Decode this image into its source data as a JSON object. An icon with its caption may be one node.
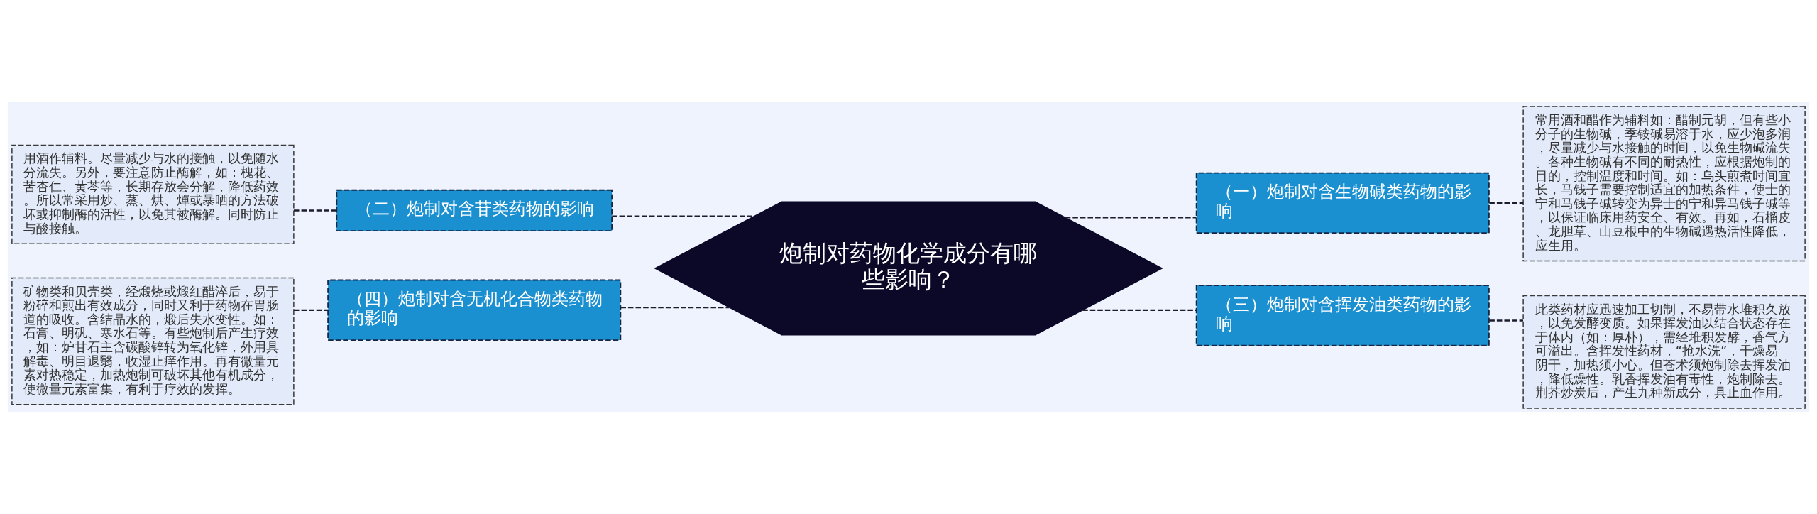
{
  "diagram": {
    "nodes": [
      {
        "text": [
          "炮制对药物化学成分有哪些影响？"
        ]
      },
      {
        "text": [
          "（一）炮制对含生物碱类药物的影响"
        ]
      },
      {
        "text": [
          "常用酒和醋作为辅料如：醋制元胡，但有些小分子的生物碱，季铵碱易溶于水，应少泡多润，尽量减少与水接触的时间，以免生物碱流失。各种生物碱有不同的耐热性，应根据炮制的目的，控制温度和时间。如：乌头煎煮时间宜长，马钱子需要控制适宜的加热条件，使士的宁和马钱子碱转变为异士的宁和异马钱子碱等，以保证临床用药安全、有效。再如，石榴皮、龙胆草、山豆根中的生物碱遇热活性降低，应生用。"
        ]
      },
      {
        "text": [
          "（二）炮制对含苷类药物的影响"
        ]
      },
      {
        "text": [
          "用酒作辅料。尽量减少与水的接触，以免随水分流失。另外，要注意防止酶解，如：槐花、苦杏仁、黄芩等，长期存放会分解，降低药效。所以常采用炒、蒸、烘、燀或暴晒的方法破坏或抑制酶的活性，以免其被酶解。同时防止与酸接触。"
        ]
      },
      {
        "text": [
          "（三）炮制对含挥发油类药物的影响"
        ]
      },
      {
        "text": [
          "此类药材应迅速加工切制，不易带水堆积久放，以免发酵变质。如果挥发油以结合状态存在于体内（如：厚朴），需经堆积发酵，香气方可溢出。含挥发性药材，“抢水洗”，干燥易阴干，加热须小心。但苍术须炮制除去挥发油，降低燥性。乳香挥发油有毒性，炮制除去。荆芥炒炭后，产生九种新成分，具止血作用。"
        ]
      },
      {
        "text": [
          "（四）炮制对含无机化合物类药物的影响"
        ]
      },
      {
        "text": [
          "矿物类和贝壳类，经煅烧或煅红醋淬后，易于粉碎和煎出有效成分，同时又利于药物在胃肠道的吸收。含结晶水的，煅后失水变性。如：石膏、明矾、寒水石等。有些炮制后产生疗效，如：炉甘石主含碳酸锌转为氧化锌，外用具解毒、明目退翳，收湿止痒作用。再有微量元素对热稳定，加热炮制可破坏其他有机成分，使微量元素富集，有利于疗效的发挥。"
        ]
      }
    ],
    "edges": [
      {
        "from": 0,
        "to": 1,
        "arrow": "none",
        "style": "dashed"
      },
      {
        "from": 1,
        "to": 2,
        "arrow": "none",
        "style": "dashed"
      },
      {
        "from": 0,
        "to": 3,
        "arrow": "none",
        "style": "dashed"
      },
      {
        "from": 3,
        "to": 4,
        "arrow": "none",
        "style": "dashed"
      },
      {
        "from": 0,
        "to": 5,
        "arrow": "none",
        "style": "dashed"
      },
      {
        "from": 5,
        "to": 6,
        "arrow": "none",
        "style": "dashed"
      },
      {
        "from": 0,
        "to": 7,
        "arrow": "none",
        "style": "dashed"
      },
      {
        "from": 7,
        "to": 8,
        "arrow": "none",
        "style": "dashed"
      }
    ]
  }
}
